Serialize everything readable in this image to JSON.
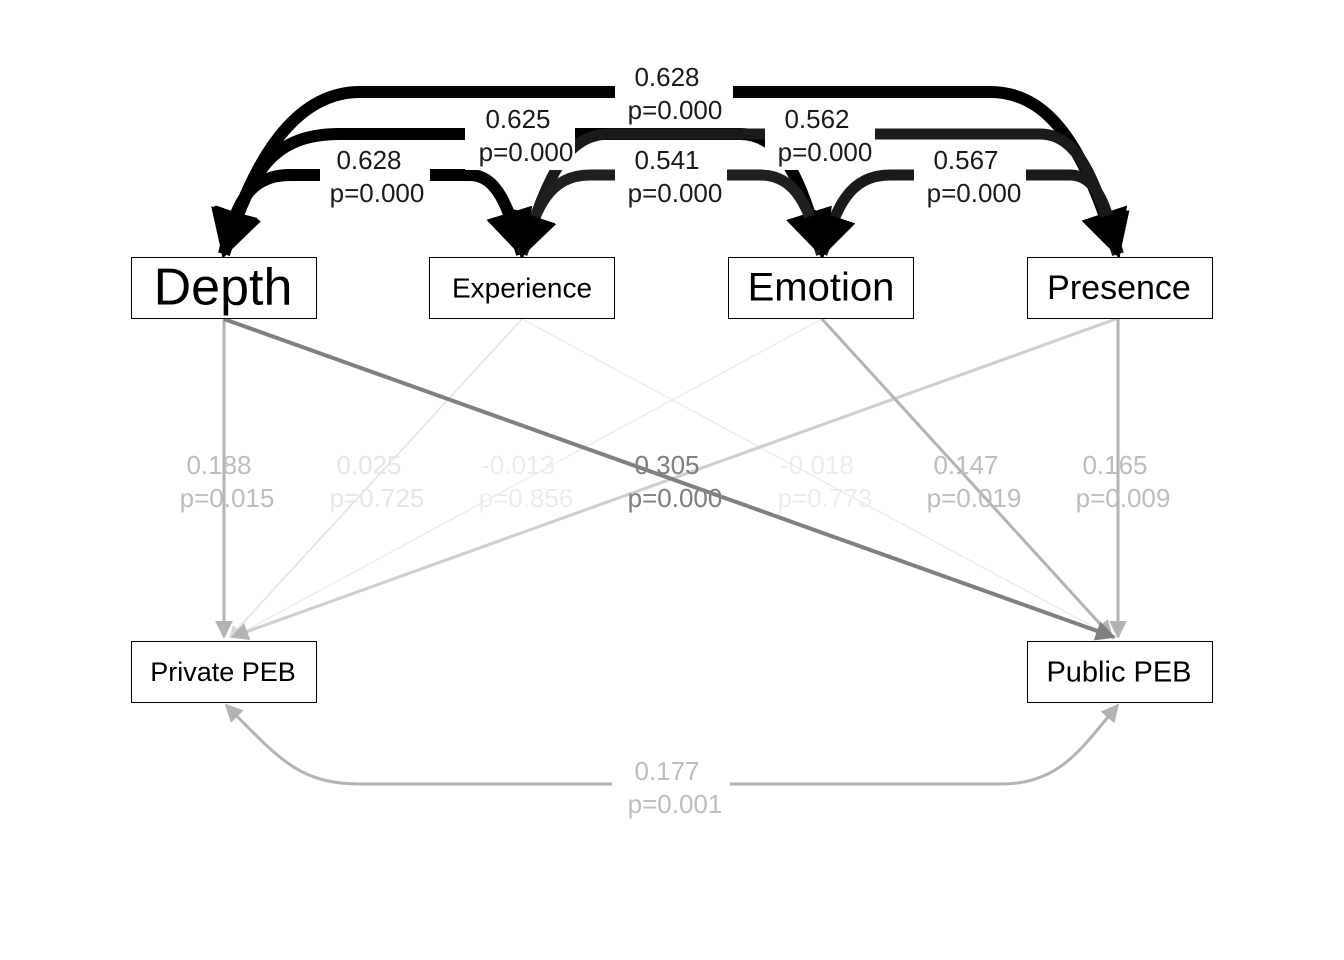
{
  "nodes": [
    {
      "id": "depth",
      "label": "Depth"
    },
    {
      "id": "experience",
      "label": "Experience"
    },
    {
      "id": "emotion",
      "label": "Emotion"
    },
    {
      "id": "presence",
      "label": "Presence"
    },
    {
      "id": "private_peb",
      "label": "Private PEB"
    },
    {
      "id": "public_peb",
      "label": "Public PEB"
    }
  ],
  "covariances_top": [
    {
      "from": "depth",
      "to": "presence",
      "coef": "0.628",
      "p": "p=0.000"
    },
    {
      "from": "depth",
      "to": "emotion",
      "coef": "0.625",
      "p": "p=0.000"
    },
    {
      "from": "experience",
      "to": "presence",
      "coef": "0.562",
      "p": "p=0.000"
    },
    {
      "from": "depth",
      "to": "experience",
      "coef": "0.628",
      "p": "p=0.000"
    },
    {
      "from": "experience",
      "to": "emotion",
      "coef": "0.541",
      "p": "p=0.000"
    },
    {
      "from": "emotion",
      "to": "presence",
      "coef": "0.567",
      "p": "p=0.000"
    }
  ],
  "paths": [
    {
      "from": "depth",
      "to": "private_peb",
      "coef": "0.188",
      "p": "p=0.015"
    },
    {
      "from": "experience",
      "to": "private_peb",
      "coef": "0.025",
      "p": "p=0.725"
    },
    {
      "from": "emotion",
      "to": "private_peb",
      "coef": "-0.013",
      "p": "p=0.856"
    },
    {
      "from": "presence",
      "to": "private_peb",
      "coef": "0.305",
      "p": "p=0.000"
    },
    {
      "from": "depth",
      "to": "public_peb",
      "coef": "0.305",
      "p": "p=0.000"
    },
    {
      "from": "experience",
      "to": "public_peb",
      "coef": "-0.018",
      "p": "p=0.773"
    },
    {
      "from": "emotion",
      "to": "public_peb",
      "coef": "0.147",
      "p": "p=0.019"
    },
    {
      "from": "presence",
      "to": "public_peb",
      "coef": "0.165",
      "p": "p=0.009"
    }
  ],
  "covariance_bottom": {
    "from": "private_peb",
    "to": "public_peb",
    "coef": "0.177",
    "p": "p=0.001"
  },
  "colors": {
    "strong": "#000000",
    "mid": "#808080",
    "weak": "#b3b3b3",
    "faint": "#d0d0d0",
    "nearzero": "#e6e6e6",
    "label_weak": "#bdbdbd",
    "label_faint": "#e0e0e0"
  }
}
